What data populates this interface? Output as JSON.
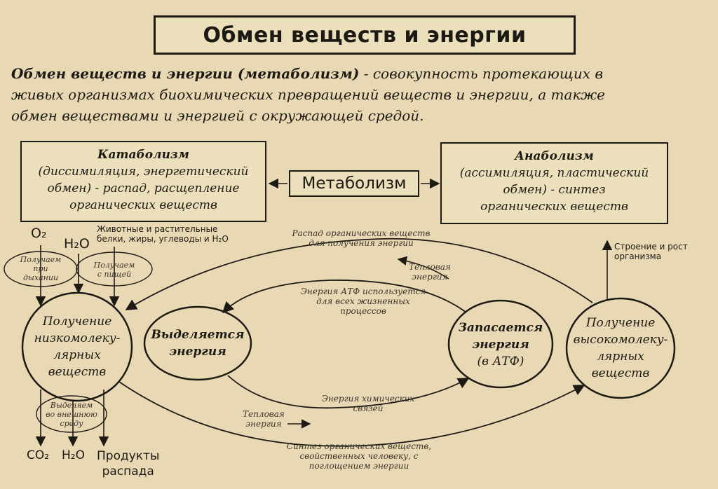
{
  "title": "Обмен веществ и энергии",
  "definition": {
    "term": "Обмен веществ и энергии (метаболизм)",
    "line1_rest": " - совокупность протекающих в",
    "line2": "живых организмах биохимических превращений веществ и энергии, а также",
    "line3": "обмен веществами и энергией с окружающей средой."
  },
  "catabolism": {
    "heading": "Катаболизм",
    "line1": "(диссимиляция, энергетический",
    "line2": "обмен) - распад, расщепление",
    "line3": "органических веществ"
  },
  "anabolism": {
    "heading": "Анаболизм",
    "line1": "(ассимиляция, пластический",
    "line2": "обмен) - синтез",
    "line3": "органических веществ"
  },
  "metabolism_label": "Метаболизм",
  "inputs": {
    "o2": "O₂",
    "h2o": "H₂O",
    "food_line1": "Животные и растительные",
    "food_line2": "белки, жиры, углеводы и H₂O",
    "from_breath": [
      "Получаем",
      "при",
      "дыхании"
    ],
    "from_food": [
      "Получаем",
      "с пищей"
    ]
  },
  "circles": {
    "low": [
      "Получение",
      "низкомолеку-",
      "лярных",
      "веществ"
    ],
    "release": [
      "Выделяется",
      "энергия"
    ],
    "store": [
      "Запасается",
      "энергия",
      "(в АТФ)"
    ],
    "high": [
      "Получение",
      "высокомолеку-",
      "лярных",
      "веществ"
    ]
  },
  "arrows": {
    "decay": [
      "Распад органических веществ",
      "для получения энергии"
    ],
    "heat_top": [
      "Тепловая",
      "энергия"
    ],
    "atp_use": [
      "Энергия АТФ используется",
      "для всех жизненных",
      "процессов"
    ],
    "chem_energy": [
      "Энергия химических",
      "связей"
    ],
    "heat_bottom": [
      "Тепловая",
      "энергия"
    ],
    "synthesis": [
      "Синтез органических веществ,",
      "свойственных человеку, с",
      "поглощением энергии"
    ]
  },
  "growth": [
    "Строение и рост",
    "организма"
  ],
  "outputs": {
    "excrete": [
      "Выделяем",
      "во внешнюю",
      "среду"
    ],
    "co2": "CO₂",
    "h2o": "H₂O",
    "products": [
      "Продукты",
      "распада"
    ]
  }
}
